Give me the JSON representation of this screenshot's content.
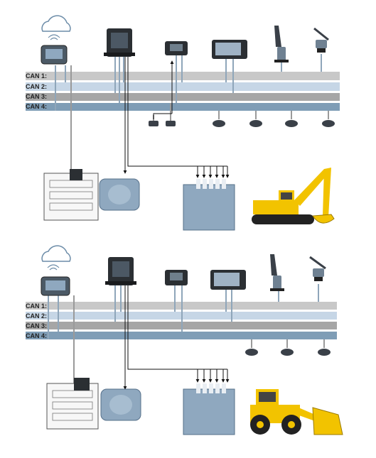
{
  "colors": {
    "can1": "#c8c8c8",
    "can2": "#c6d6e6",
    "can3": "#a6a6a6",
    "can4": "#7f9db6",
    "device_dark": "#2b2f33",
    "component_blue": "#8fa8bf",
    "excavator_yellow": "#f2c300",
    "deere_green": "#3a7d2a"
  },
  "panels": [
    {
      "id": "excavator",
      "bus_labels": [
        "CAN 1:",
        "CAN 2:",
        "CAN 3:",
        "CAN 4:"
      ],
      "machine": "excavator"
    },
    {
      "id": "wheel-loader",
      "bus_labels": [
        "CAN 1:",
        "CAN 2:",
        "CAN 3:",
        "CAN 4:"
      ],
      "machine": "wheel-loader"
    }
  ],
  "icons": {
    "cloud": "cloud-icon",
    "telematics": "telematics-gateway-icon",
    "ecu": "controller-ecu-icon",
    "io_module": "io-module-icon",
    "display": "display-monitor-icon",
    "joystick": "joystick-icon",
    "pedal": "pedal-icon",
    "sensor": "sensor-icon",
    "engine": "engine-icon",
    "pump": "hydraulic-pump-icon",
    "valve": "control-valve-block-icon"
  }
}
